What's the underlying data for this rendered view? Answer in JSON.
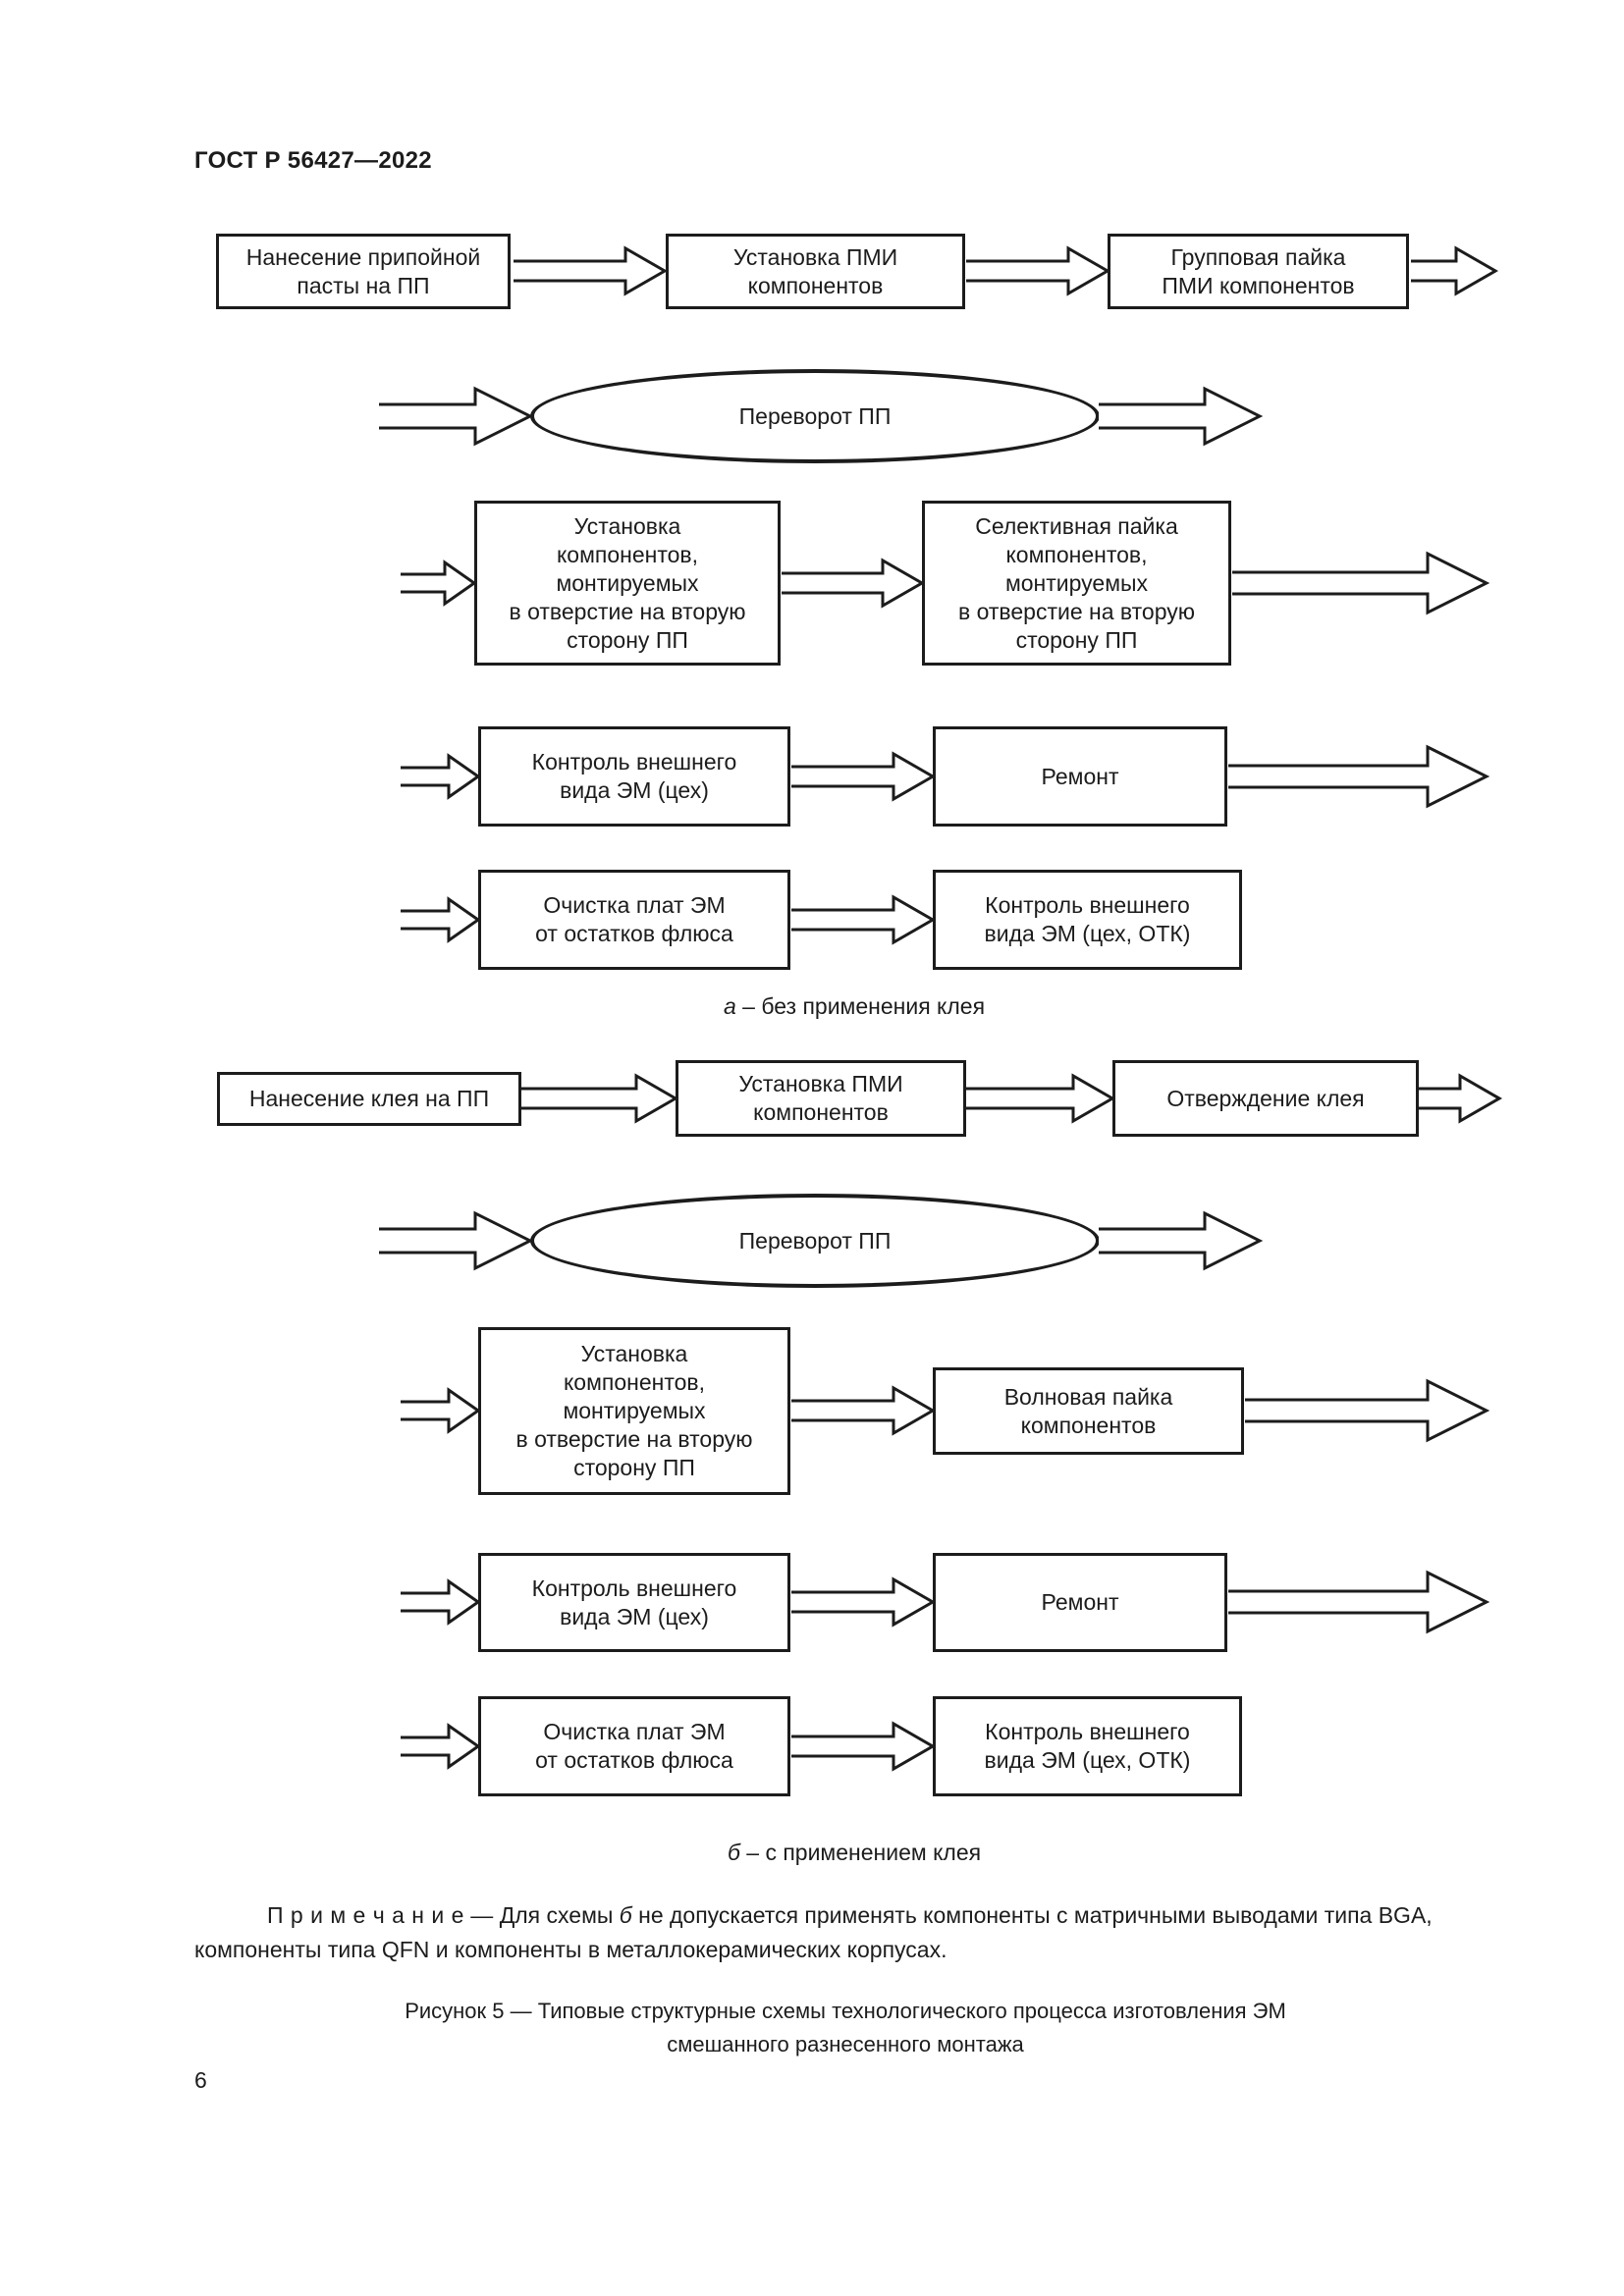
{
  "page": {
    "header": "ГОСТ Р 56427—2022",
    "page_number": "6"
  },
  "diagram_a": {
    "row1": [
      "Нанесение припойной\nпасты на ПП",
      "Установка ПМИ\nкомпонентов",
      "Групповая пайка\nПМИ компонентов"
    ],
    "flip": "Переворот ПП",
    "row3": [
      "Установка\nкомпонентов,\nмонтируемых\nв отверстие на вторую\nсторону ПП",
      "Селективная пайка\nкомпонентов,\nмонтируемых\nв отверстие на вторую\nсторону ПП"
    ],
    "row4": [
      "Контроль внешнего\nвида ЭМ (цех)",
      "Ремонт"
    ],
    "row5": [
      "Очистка плат ЭМ\nот остатков флюса",
      "Контроль внешнего\nвида ЭМ (цех, ОТК)"
    ],
    "caption": {
      "letter": "а",
      "text": "– без применения клея"
    }
  },
  "diagram_b": {
    "row1": [
      "Нанесение клея на ПП",
      "Установка ПМИ\nкомпонентов",
      "Отверждение клея"
    ],
    "flip": "Переворот ПП",
    "row3": [
      "Установка\nкомпонентов,\nмонтируемых\nв отверстие на вторую\nсторону ПП",
      "Волновая пайка\nкомпонентов"
    ],
    "row4": [
      "Контроль внешнего\nвида ЭМ (цех)",
      "Ремонт"
    ],
    "row5": [
      "Очистка плат ЭМ\nот остатков флюса",
      "Контроль внешнего\nвида ЭМ (цех, ОТК)"
    ],
    "caption": {
      "letter": "б",
      "text": "– с применением клея"
    }
  },
  "note": {
    "label": "П р и м е ч а н и е",
    "dash": "—",
    "line1_before_b": "Для схемы",
    "b_letter": "б",
    "line1_after_b": "не допускается применять компоненты с матричными выводами типа BGA,",
    "line2": "компоненты типа QFN и компоненты в металлокерамических корпусах."
  },
  "figure_caption": {
    "line1": "Рисунок 5 — Типовые структурные схемы технологического процесса изготовления ЭМ",
    "line2": "смешанного разнесенного монтажа"
  },
  "colors": {
    "ink": "#1c1c1c",
    "paper": "#ffffff"
  }
}
